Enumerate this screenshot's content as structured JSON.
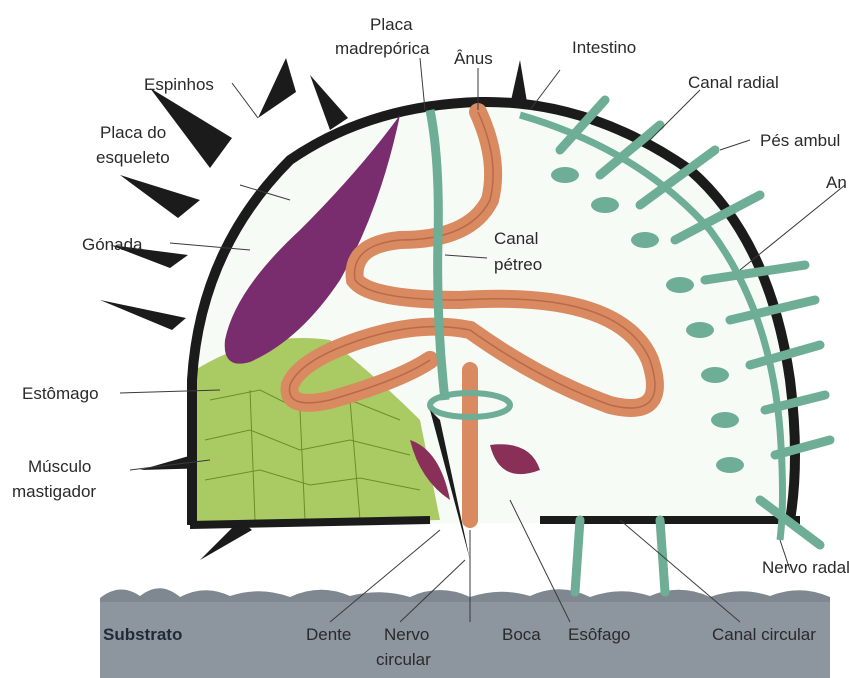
{
  "labels": {
    "placa_madreporica_1": "Placa",
    "placa_madreporica_2": "madrepórica",
    "anus": "Ânus",
    "intestino": "Intestino",
    "canal_radial": "Canal radial",
    "pes_ambulacrais": "Pés ambul",
    "ampolas": "An",
    "espinhos": "Espinhos",
    "placa_esqueleto_1": "Placa do",
    "placa_esqueleto_2": "esqueleto",
    "gonada": "Gónada",
    "canal_petreo_1": "Canal",
    "canal_petreo_2": "pétreo",
    "estomago": "Estômago",
    "musculo_1": "Músculo",
    "musculo_2": "mastigador",
    "nervo_radial": "Nervo radal",
    "substrato": "Substrato",
    "dente": "Dente",
    "nervo_circular_1": "Nervo",
    "nervo_circular_2": "circular",
    "boca": "Boca",
    "esofago": "Esôfago",
    "canal_circular": "Canal circular"
  },
  "colors": {
    "shell": "#1b1b1b",
    "gonad": "#7a2d6e",
    "intestine": "#d98a60",
    "water_vascular": "#6fae96",
    "stomach": "#9cc24a",
    "substrate": "#8d969f",
    "muscle": "#8a2f58"
  }
}
